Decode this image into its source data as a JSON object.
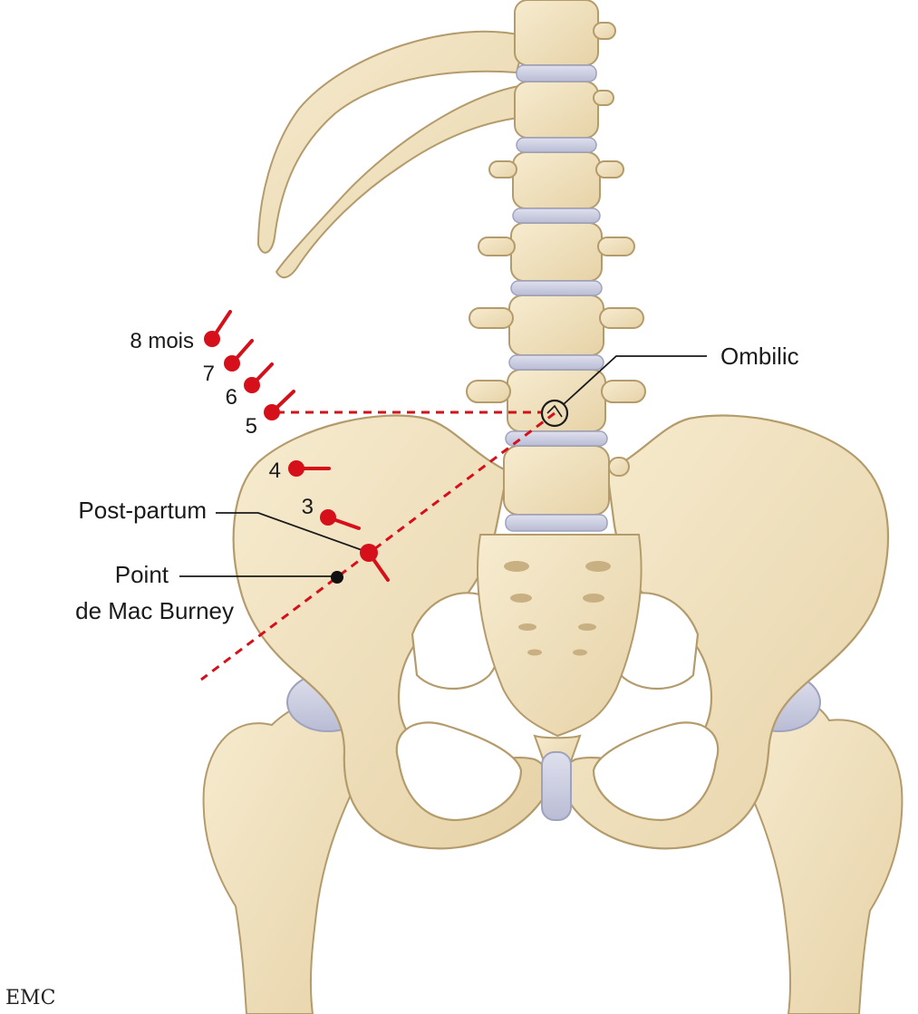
{
  "labels": {
    "ombilic": "Ombilic",
    "post_partum": "Post-partum",
    "point_line1": "Point",
    "point_line2": "de Mac Burney"
  },
  "stages": [
    {
      "label": "8 mois"
    },
    {
      "label": "7"
    },
    {
      "label": "6"
    },
    {
      "label": "5"
    },
    {
      "label": "4"
    },
    {
      "label": "3"
    }
  ],
  "logo": "EMC",
  "colors": {
    "marker": "#d6101a",
    "bone": "#f1e2bf",
    "bone_shadow": "#d9c597",
    "bone_outline": "#b49b6c",
    "disc": "#c9cbe0",
    "leader": "#1a1a1a"
  },
  "icons": {
    "umbilicus": "circle-with-dot-icon",
    "mcburney": "black-dot-icon",
    "marker": "red-pin-icon"
  }
}
